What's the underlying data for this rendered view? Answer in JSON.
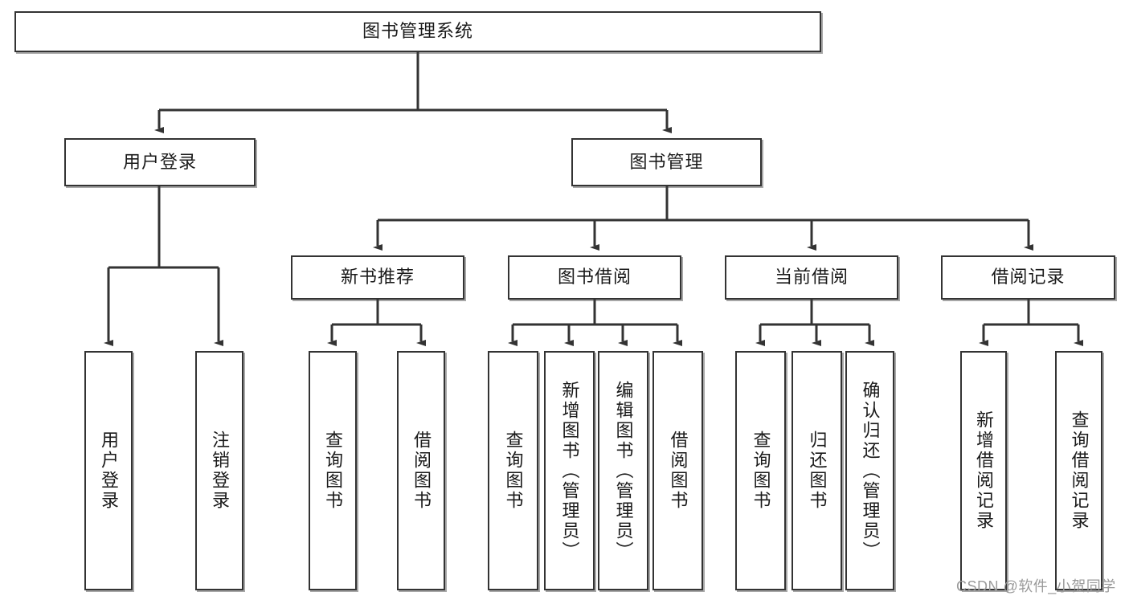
{
  "diagram": {
    "title": "图书管理系统",
    "type": "tree-hierarchy-diagram",
    "colors": {
      "box_border": "#333333",
      "box_fill": "#ffffff",
      "connector": "#333333",
      "text": "#1a1a1a",
      "watermark": "#9a9a9a"
    },
    "levels": {
      "root": {
        "label": "图书管理系统"
      },
      "level2": [
        {
          "id": "user-login",
          "label": "用户登录"
        },
        {
          "id": "book-management",
          "label": "图书管理"
        }
      ],
      "level3": [
        {
          "id": "new-book-recommend",
          "label": "新书推荐",
          "parent": "book-management"
        },
        {
          "id": "book-borrow",
          "label": "图书借阅",
          "parent": "book-management"
        },
        {
          "id": "current-borrow",
          "label": "当前借阅",
          "parent": "book-management"
        },
        {
          "id": "borrow-record",
          "label": "借阅记录",
          "parent": "book-management"
        }
      ],
      "leaves": [
        {
          "id": "leaf-user-login",
          "label": "用户登录",
          "parent": "user-login"
        },
        {
          "id": "leaf-logout-login",
          "label": "注销登录",
          "parent": "user-login"
        },
        {
          "id": "leaf-query-book-1",
          "label": "查询图书",
          "parent": "new-book-recommend"
        },
        {
          "id": "leaf-borrow-book-1",
          "label": "借阅图书",
          "parent": "new-book-recommend"
        },
        {
          "id": "leaf-query-book-2",
          "label": "查询图书",
          "parent": "book-borrow"
        },
        {
          "id": "leaf-add-book",
          "label": "新增图书（管理员）",
          "parent": "book-borrow"
        },
        {
          "id": "leaf-edit-book",
          "label": "编辑图书（管理员）",
          "parent": "book-borrow"
        },
        {
          "id": "leaf-borrow-book-2",
          "label": "借阅图书",
          "parent": "book-borrow"
        },
        {
          "id": "leaf-query-book-3",
          "label": "查询图书",
          "parent": "current-borrow"
        },
        {
          "id": "leaf-return-book",
          "label": "归还图书",
          "parent": "current-borrow"
        },
        {
          "id": "leaf-confirm-return",
          "label": "确认归还（管理员）",
          "parent": "current-borrow"
        },
        {
          "id": "leaf-add-record",
          "label": "新增借阅记录",
          "parent": "borrow-record"
        },
        {
          "id": "leaf-query-record",
          "label": "查询借阅记录",
          "parent": "borrow-record"
        }
      ]
    },
    "watermark": "CSDN @软件_小贺同学"
  }
}
